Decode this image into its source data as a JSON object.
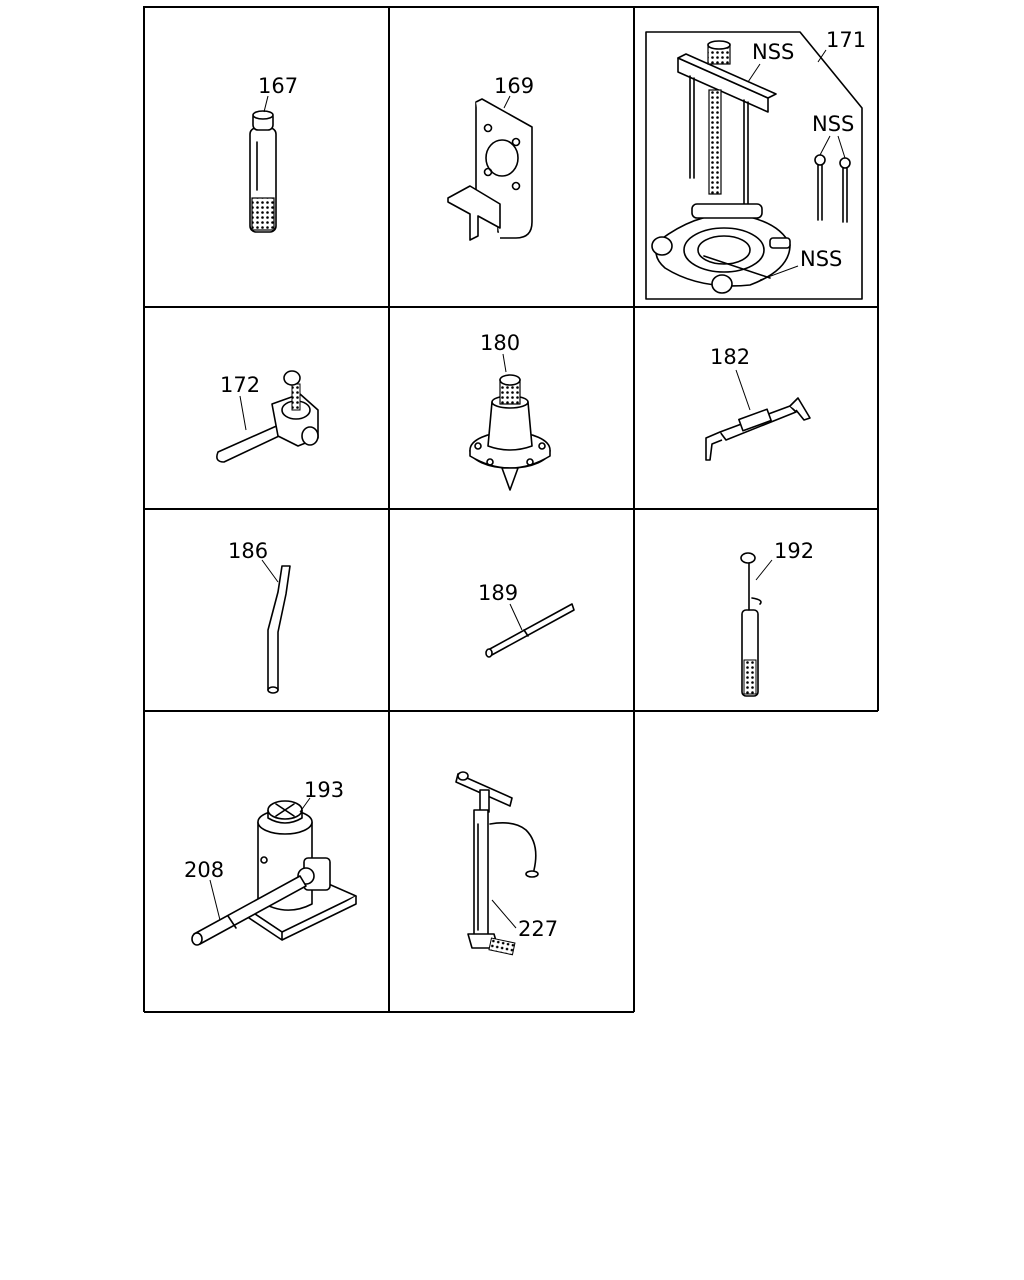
{
  "callouts": {
    "c167": "167",
    "c169": "169",
    "c171": "171",
    "c171_nss_a": "NSS",
    "c171_nss_b": "NSS",
    "c171_nss_c": "NSS",
    "c172": "172",
    "c180": "180",
    "c182": "182",
    "c186": "186",
    "c189": "189",
    "c192": "192",
    "c193": "193",
    "c208": "208",
    "c227": "227"
  }
}
